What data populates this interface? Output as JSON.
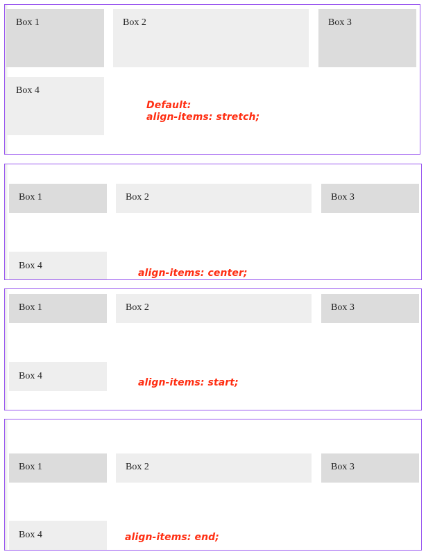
{
  "accent_color": "#9b59f0",
  "caption_color": "#ff2e12",
  "panels": [
    {
      "name": "stretch",
      "boxes": [
        "Box 1",
        "Box 2",
        "Box 3",
        "Box 4"
      ],
      "caption_lines": [
        "Default:",
        "align-items: stretch;"
      ]
    },
    {
      "name": "center",
      "boxes": [
        "Box 1",
        "Box 2",
        "Box 3",
        "Box 4"
      ],
      "caption_lines": [
        "align-items: center;"
      ]
    },
    {
      "name": "start",
      "boxes": [
        "Box 1",
        "Box 2",
        "Box 3",
        "Box 4"
      ],
      "caption_lines": [
        "align-items: start;"
      ]
    },
    {
      "name": "end",
      "boxes": [
        "Box 1",
        "Box 2",
        "Box 3",
        "Box 4"
      ],
      "caption_lines": [
        "align-items: end;"
      ]
    }
  ]
}
